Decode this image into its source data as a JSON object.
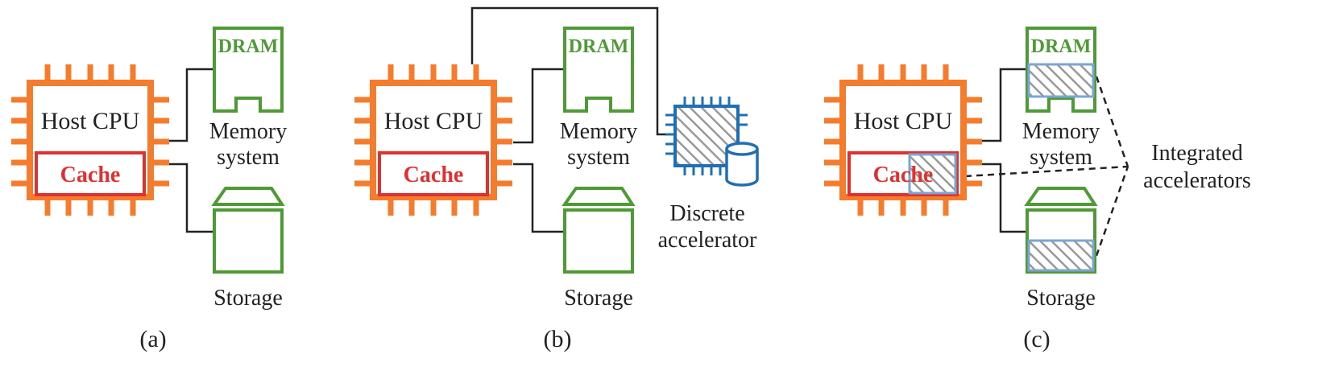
{
  "colors": {
    "cpu": "#f47c2c",
    "cache": "#e03030",
    "memory": "#4e9a34",
    "accelerator": "#1f6fb5",
    "hatch_border": "#7aa6d6",
    "wire": "#222222"
  },
  "panels": [
    {
      "caption": "(a)",
      "cpu_label": "Host CPU",
      "cache_label": "Cache",
      "dram_label": "DRAM",
      "memory_label_1": "Memory",
      "memory_label_2": "system",
      "storage_label": "Storage"
    },
    {
      "caption": "(b)",
      "cpu_label": "Host CPU",
      "cache_label": "Cache",
      "dram_label": "DRAM",
      "memory_label_1": "Memory",
      "memory_label_2": "system",
      "storage_label": "Storage",
      "accelerator_label_1": "Discrete",
      "accelerator_label_2": "accelerator"
    },
    {
      "caption": "(c)",
      "cpu_label": "Host CPU",
      "cache_label": "Cache",
      "dram_label": "DRAM",
      "memory_label_1": "Memory",
      "memory_label_2": "system",
      "storage_label": "Storage",
      "integrated_label_1": "Integrated",
      "integrated_label_2": "accelerators"
    }
  ]
}
